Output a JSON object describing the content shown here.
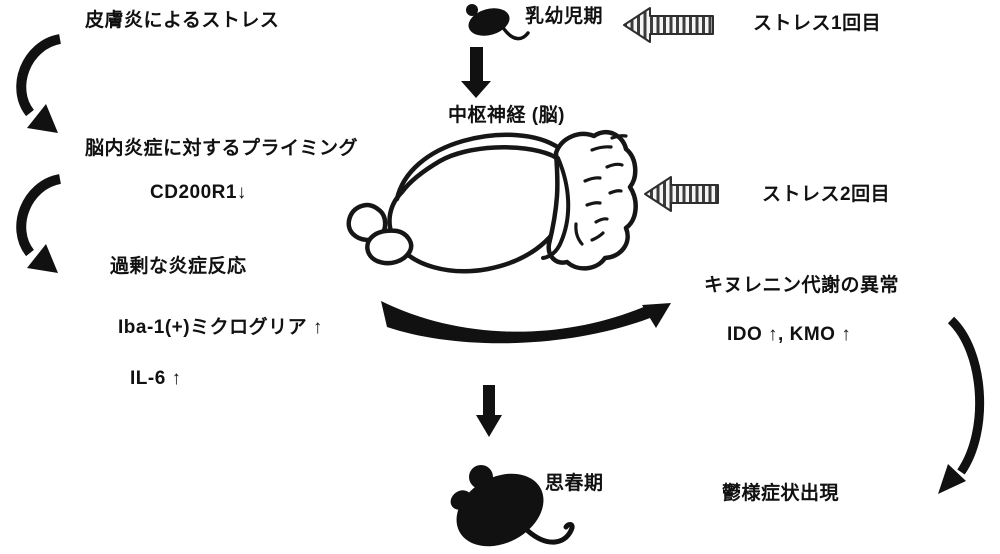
{
  "colors": {
    "ink": "#111111",
    "background": "#ffffff",
    "stripe_dark": "#3c3c3c",
    "stripe_light": "#f4f4f4"
  },
  "left_pathway": {
    "dermatitis_stress": "皮膚炎によるストレス",
    "neuroinflammation_priming": "脳内炎症に対するプライミング",
    "cd200r1": "CD200R1↓",
    "excessive_inflammatory_response": "過剰な炎症反応",
    "iba1_microglia": "Iba-1(+)ミクログリア ↑",
    "il6": "IL-6 ↑"
  },
  "center_pathway": {
    "infancy": "乳幼児期",
    "central_nervous_system": "中枢神経 (脳)",
    "adolescence": "思春期"
  },
  "right_pathway": {
    "stress_first": "ストレス1回目",
    "stress_second": "ストレス2回目",
    "kynurenine_metabolism_abnormality": "キヌレニン代謝の異常",
    "ido_kmo": "IDO ↑, KMO ↑",
    "depressive_symptoms": "鬱様症状出現"
  },
  "icons": {
    "mouse_pup": "mouse-silhouette-small",
    "mouse_adolescent": "mouse-silhouette-large",
    "brain": "hand-drawn-mouse-brain",
    "striped_arrow": "striped-left-block-arrow",
    "curved_arrow": "thick-curved-arrow",
    "down_arrow": "solid-block-down-arrow",
    "swoosh_arrow": "tapered-swoosh-arrow"
  }
}
